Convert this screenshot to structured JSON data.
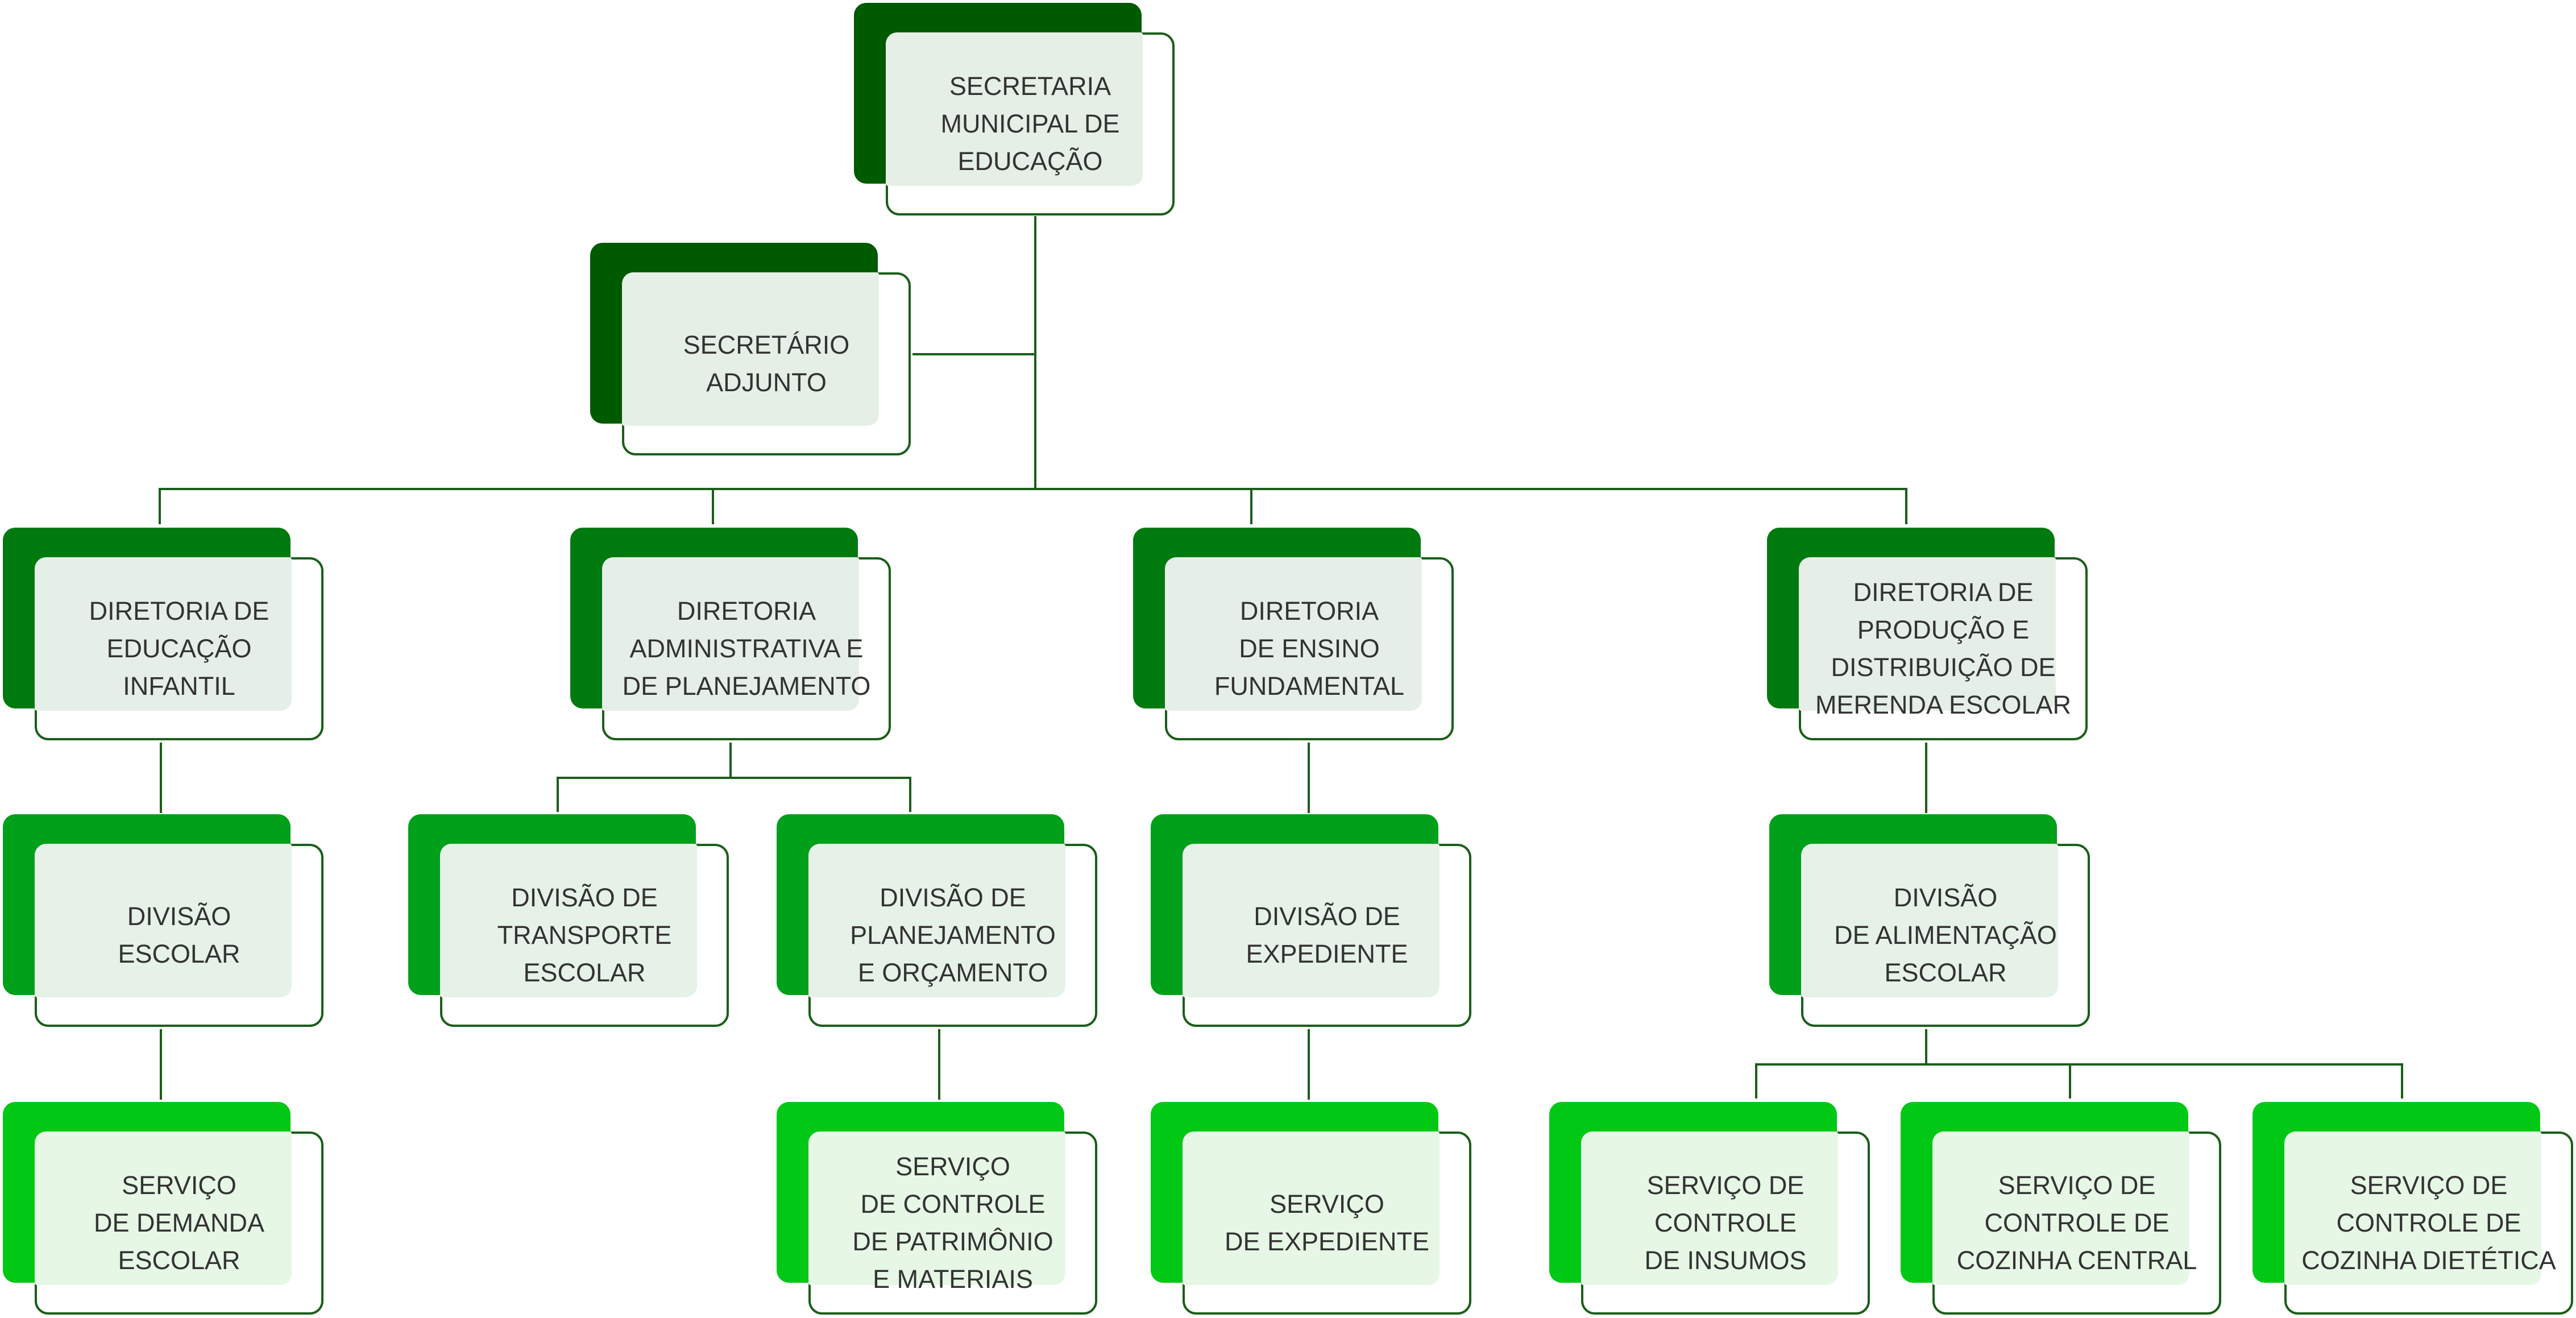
{
  "colors": {
    "level1": "#005a00",
    "level2": "#007a0f",
    "level3": "#00a01a",
    "level4": "#00c814",
    "connector": "#1a5e1a",
    "text": "#333333"
  },
  "nodes": {
    "secretaria": "SECRETARIA\nMUNICIPAL DE\nEDUCAÇÃO",
    "secretario_adjunto": "SECRETÁRIO\nADJUNTO",
    "dir_infantil": "DIRETORIA DE\nEDUCAÇÃO\nINFANTIL",
    "dir_admin": "DIRETORIA\nADMINISTRATIVA E\nDE PLANEJAMENTO",
    "dir_fundamental": "DIRETORIA\nDE ENSINO\nFUNDAMENTAL",
    "dir_merenda": "DIRETORIA DE\nPRODUÇÃO E\nDISTRIBUIÇÃO DE\nMERENDA ESCOLAR",
    "div_escolar": "DIVISÃO\nESCOLAR",
    "div_transporte": "DIVISÃO DE\nTRANSPORTE\nESCOLAR",
    "div_planejamento": "DIVISÃO DE\nPLANEJAMENTO\nE ORÇAMENTO",
    "div_expediente": "DIVISÃO DE\nEXPEDIENTE",
    "div_alimentacao": "DIVISÃO\nDE ALIMENTAÇÃO\nESCOLAR",
    "serv_demanda": "SERVIÇO\nDE DEMANDA\nESCOLAR",
    "serv_patrimonio": "SERVIÇO\nDE CONTROLE\nDE PATRIMÔNIO\nE MATERIAIS",
    "serv_expediente": "SERVIÇO\nDE EXPEDIENTE",
    "serv_insumos": "SERVIÇO DE\nCONTROLE\nDE INSUMOS",
    "serv_cozinha_central": "SERVIÇO DE\nCONTROLE DE\nCOZINHA CENTRAL",
    "serv_cozinha_dietetica": "SERVIÇO DE\nCONTROLE DE\nCOZINHA DIETÉTICA"
  }
}
